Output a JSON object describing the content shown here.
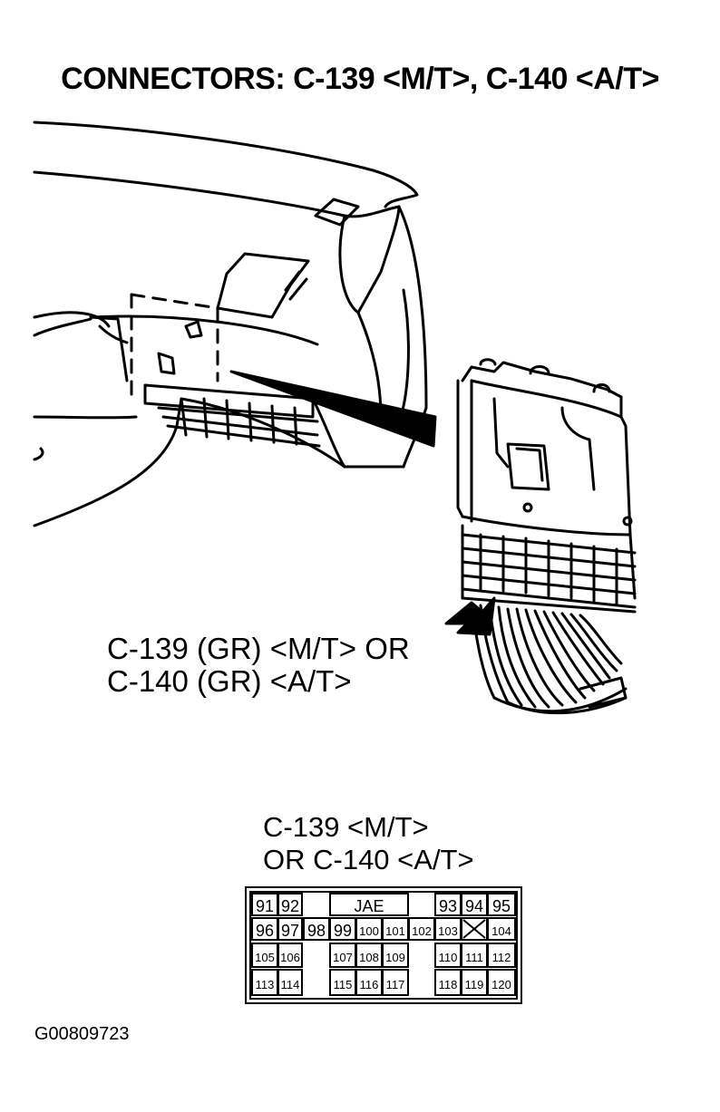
{
  "title": "CONNECTORS: C-139 <M/T>, C-140 <A/T>",
  "callout": {
    "line1": "C-139 (GR) <M/T> OR",
    "line2": "C-140 (GR) <A/T>"
  },
  "connector_face": {
    "title_line1": "C-139 <M/T>",
    "title_line2": "OR C-140 <A/T>",
    "label": "JAE",
    "row1_left": [
      "91",
      "92"
    ],
    "row1_right": [
      "93",
      "94",
      "95"
    ],
    "row2": [
      "96",
      "97",
      "98",
      "99",
      "100",
      "101",
      "102",
      "103",
      "",
      "104"
    ],
    "row3_left": [
      "105",
      "106"
    ],
    "row3_mid": [
      "107",
      "108",
      "109"
    ],
    "row3_right": [
      "110",
      "111",
      "112"
    ],
    "row4_left": [
      "113",
      "114"
    ],
    "row4_mid": [
      "115",
      "116",
      "117"
    ],
    "row4_right": [
      "118",
      "119",
      "120"
    ]
  },
  "figure_id": "G00809723"
}
